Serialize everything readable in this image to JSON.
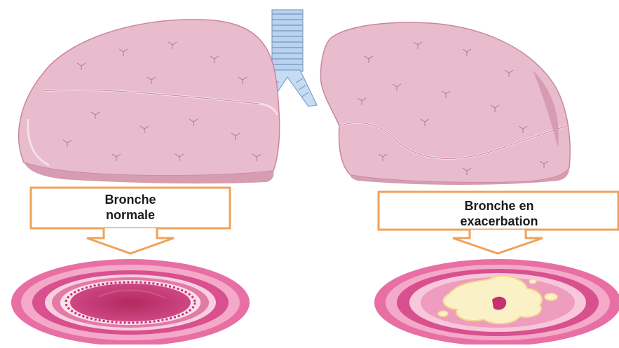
{
  "colors": {
    "lung_fill": "#e9bccb",
    "lung_shade": "#d99fb4",
    "lung_outline": "#c58aa0",
    "trachea": "#a9c6e6",
    "callout_border": "#f0a25a",
    "bronchus_outer": "#e86fa3",
    "bronchus_band": "#d3407f",
    "bronchus_lumen_normal": "#c2336e",
    "bronchus_mucus": "#fbf1c7"
  },
  "icons": {
    "lungs": "lungs-icon",
    "trachea": "trachea-icon",
    "bronchus_normal": "bronchus-normal-icon",
    "bronchus_exacerbation": "bronchus-exacerbation-icon"
  },
  "callouts": {
    "left": {
      "line1": "Bronche",
      "line2": "normale"
    },
    "right": {
      "line1": "Bronche en",
      "line2": "exacerbation"
    }
  }
}
